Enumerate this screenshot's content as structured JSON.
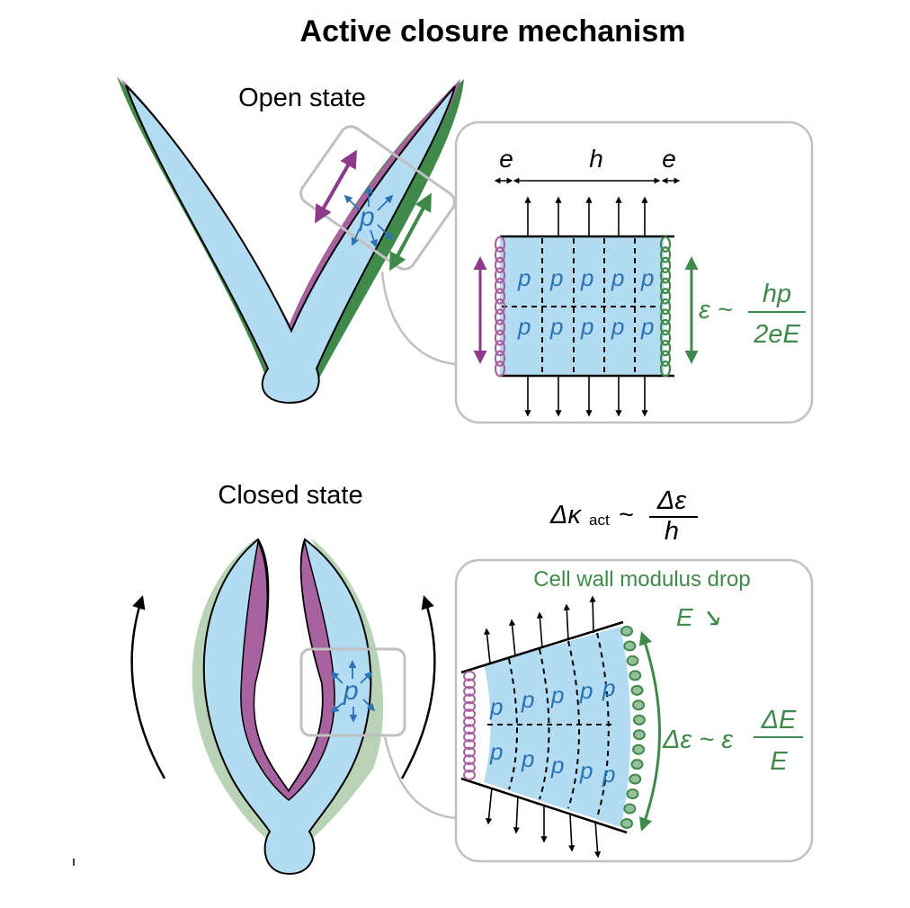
{
  "title": "Active closure mechanism",
  "open_panel": {
    "label": "Open state",
    "dim_e_left": "e",
    "dim_h": "h",
    "dim_e_right": "e",
    "pressure_symbol": "p",
    "strain_lhs": "ε ~",
    "strain_num": "hp",
    "strain_den": "2eE"
  },
  "closed_panel": {
    "label": "Closed state",
    "curv_lhs": "Δκ",
    "curv_sub": "act",
    "curv_tilde": "~",
    "curv_num": "Δε",
    "curv_den": "h",
    "modulus_text": "Cell wall modulus drop",
    "modulus_symbol": "E ↘",
    "delta_lhs": "Δε ~ ε",
    "delta_num": "ΔE",
    "delta_den": "E",
    "pressure_symbol": "p"
  },
  "colors": {
    "tissue": "#b3dcf2",
    "inner_wall": "#a8629f",
    "outer_wall": "#3f8a4a",
    "outer_wall_light": "#b9d3b7",
    "pressure": "#2b72b5",
    "frame": "#c0c0c0"
  }
}
